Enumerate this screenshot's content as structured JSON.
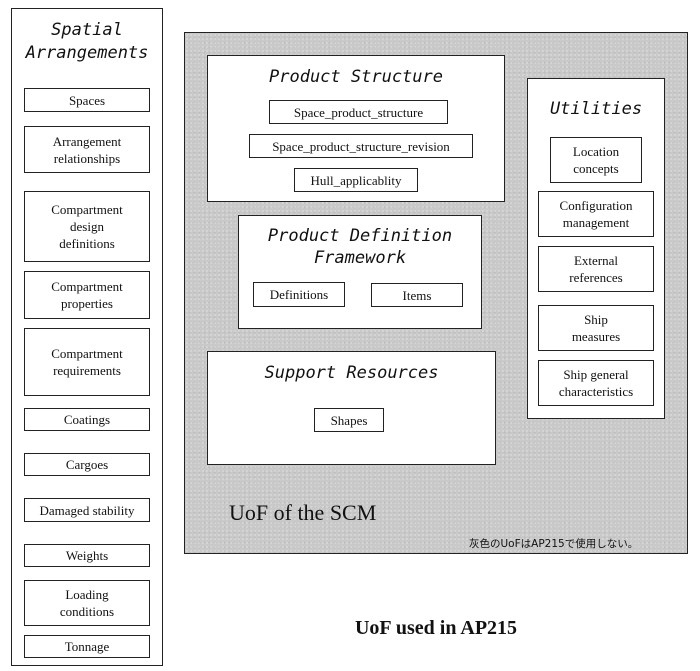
{
  "spatial_arrangements": {
    "title_line1": "Spatial",
    "title_line2": "Arrangements",
    "items": [
      "Spaces",
      "Arrangement relationships",
      "Compartment design definitions",
      "Compartment properties",
      "Compartment requirements",
      "Coatings",
      "Cargoes",
      "Damaged stability",
      "Weights",
      "Loading conditions",
      "Tonnage"
    ]
  },
  "scm_panel": {
    "label": "UoF of the SCM",
    "note": "灰色のUoFはAP215で使用しない。",
    "fill_color": "#c9c9c9"
  },
  "product_structure": {
    "title": "Product Structure",
    "items": [
      "Space_product_structure",
      "Space_product_structure_revision",
      "Hull_applicablity"
    ]
  },
  "product_definition_framework": {
    "title_line1": "Product Definition",
    "title_line2": "Framework",
    "items": [
      "Definitions",
      "Items"
    ]
  },
  "support_resources": {
    "title": "Support Resources",
    "items": [
      "Shapes"
    ]
  },
  "utilities": {
    "title": "Utilities",
    "items": [
      "Location concepts",
      "Configuration management",
      "External references",
      "Ship measures",
      "Ship general characteristics"
    ]
  },
  "caption": "UoF used in AP215"
}
